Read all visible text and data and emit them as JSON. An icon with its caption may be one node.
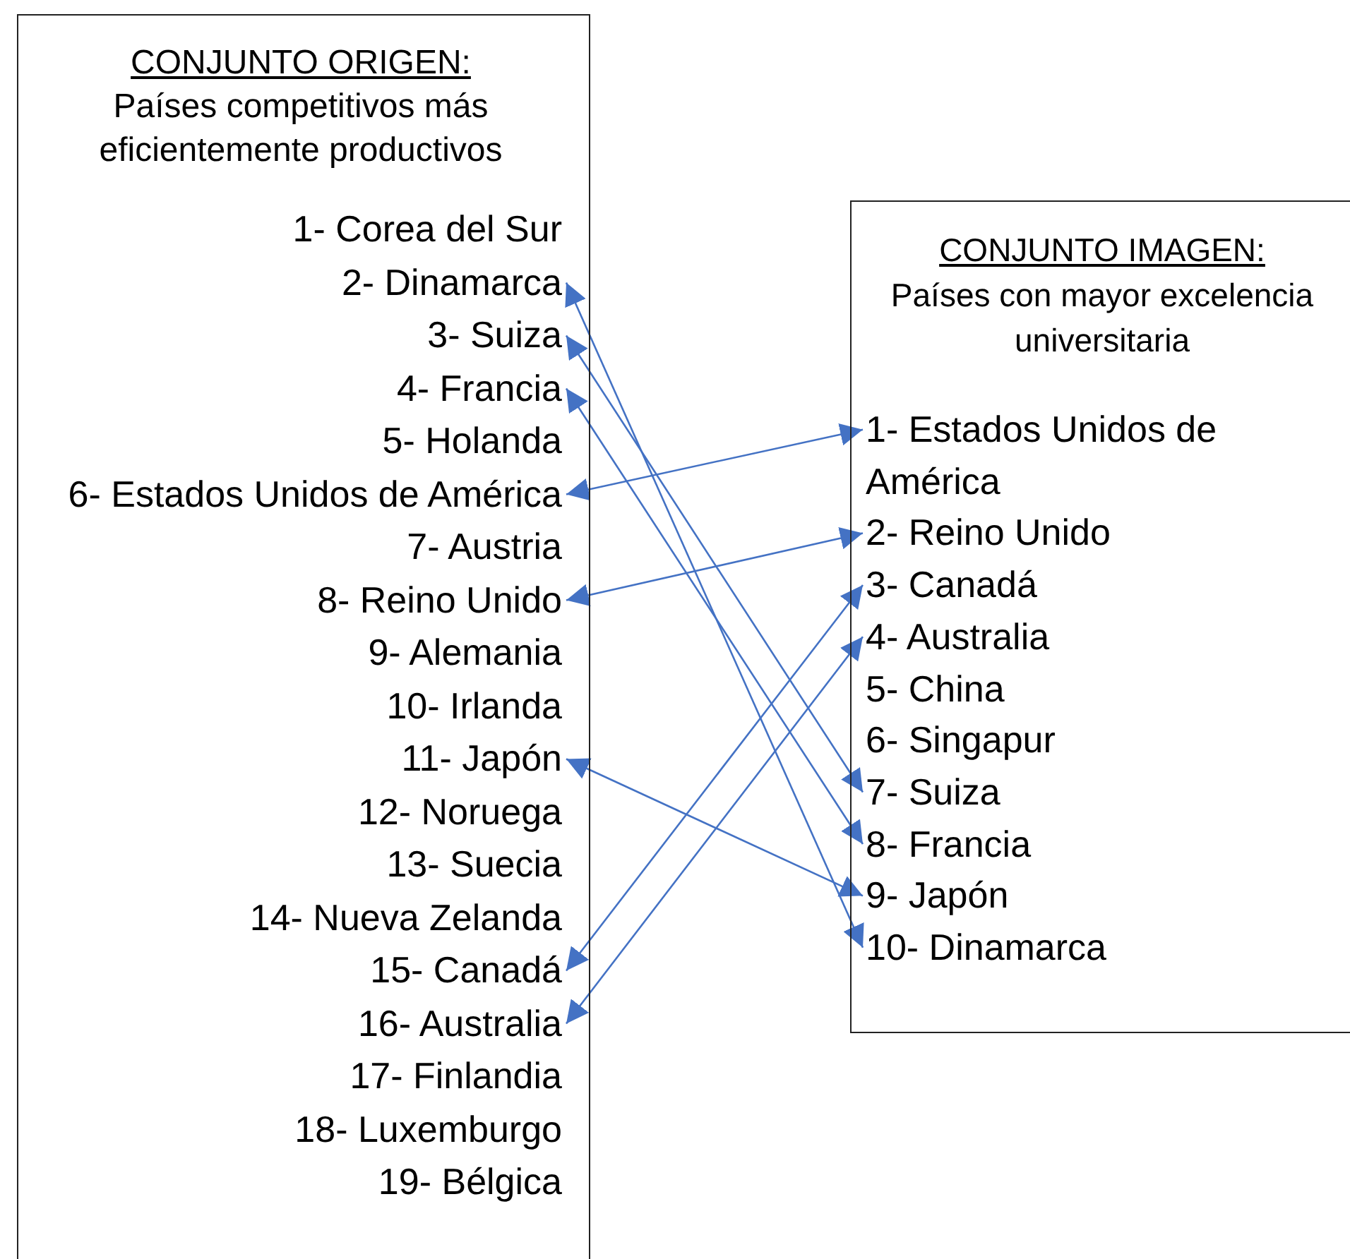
{
  "diagram": {
    "nodes": [
      {
        "text": [
          "CONJUNTO ORIGEN:",
          "Países competitivos más eficientemente productivos"
        ]
      },
      {
        "text": [
          "1- Corea del Sur"
        ],
        "in": 0
      },
      {
        "text": [
          "2- Dinamarca"
        ],
        "in": 0
      },
      {
        "text": [
          "3- Suiza"
        ],
        "in": 0
      },
      {
        "text": [
          "4- Francia"
        ],
        "in": 0
      },
      {
        "text": [
          "5- Holanda"
        ],
        "in": 0
      },
      {
        "text": [
          "6- Estados Unidos de América"
        ],
        "in": 0
      },
      {
        "text": [
          "7- Austria"
        ],
        "in": 0
      },
      {
        "text": [
          "8- Reino Unido"
        ],
        "in": 0
      },
      {
        "text": [
          "9- Alemania"
        ],
        "in": 0
      },
      {
        "text": [
          "10- Irlanda"
        ],
        "in": 0
      },
      {
        "text": [
          "11- Japón"
        ],
        "in": 0
      },
      {
        "text": [
          "12- Noruega"
        ],
        "in": 0
      },
      {
        "text": [
          "13- Suecia"
        ],
        "in": 0
      },
      {
        "text": [
          "14- Nueva Zelanda"
        ],
        "in": 0
      },
      {
        "text": [
          "15- Canadá"
        ],
        "in": 0
      },
      {
        "text": [
          "16- Australia"
        ],
        "in": 0
      },
      {
        "text": [
          "17- Finlandia"
        ],
        "in": 0
      },
      {
        "text": [
          "18- Luxemburgo"
        ],
        "in": 0
      },
      {
        "text": [
          "19- Bélgica"
        ],
        "in": 0
      },
      {
        "text": [
          "CONJUNTO IMAGEN:",
          "Países con mayor excelencia universitaria"
        ]
      },
      {
        "text": [
          "1- Estados Unidos de América"
        ],
        "in": 20
      },
      {
        "text": [
          "2- Reino Unido"
        ],
        "in": 20
      },
      {
        "text": [
          "3- Canadá"
        ],
        "in": 20
      },
      {
        "text": [
          "4- Australia"
        ],
        "in": 20
      },
      {
        "text": [
          "5- China"
        ],
        "in": 20
      },
      {
        "text": [
          "6- Singapur"
        ],
        "in": 20
      },
      {
        "text": [
          "7- Suiza"
        ],
        "in": 20
      },
      {
        "text": [
          "8- Francia"
        ],
        "in": 20
      },
      {
        "text": [
          "9- Japón"
        ],
        "in": 20
      },
      {
        "text": [
          "10- Dinamarca"
        ],
        "in": 20
      }
    ],
    "edges": [
      {
        "from": 2,
        "to": 30,
        "arrow": "both"
      },
      {
        "from": 3,
        "to": 27,
        "arrow": "both"
      },
      {
        "from": 4,
        "to": 28,
        "arrow": "both"
      },
      {
        "from": 6,
        "to": 21,
        "arrow": "both"
      },
      {
        "from": 8,
        "to": 22,
        "arrow": "both"
      },
      {
        "from": 11,
        "to": 29,
        "arrow": "both"
      },
      {
        "from": 15,
        "to": 23,
        "arrow": "both"
      },
      {
        "from": 16,
        "to": 24,
        "arrow": "both"
      }
    ]
  }
}
